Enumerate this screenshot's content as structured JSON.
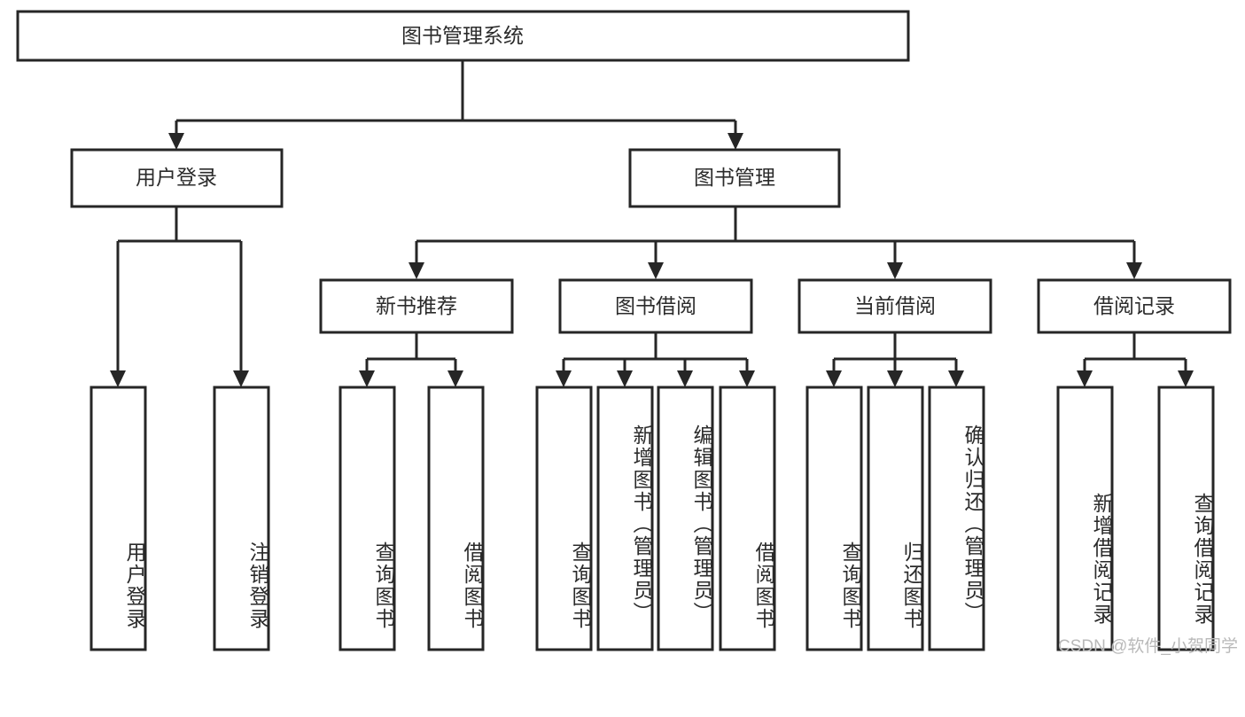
{
  "diagram": {
    "type": "tree-hierarchy",
    "title": "图书管理系统",
    "orientation": "top-down",
    "colors": {
      "stroke": "#262626",
      "fill": "#ffffff",
      "text": "#2b2b2b",
      "watermark": "#b9b9b9",
      "background": "#ffffff"
    },
    "root": {
      "label": "图书管理系统"
    },
    "level2": [
      {
        "label": "用户登录"
      },
      {
        "label": "图书管理"
      }
    ],
    "level3": [
      {
        "label": "新书推荐"
      },
      {
        "label": "图书借阅"
      },
      {
        "label": "当前借阅"
      },
      {
        "label": "借阅记录"
      }
    ],
    "leaves": {
      "user_login": [
        {
          "label": "用户登录"
        },
        {
          "label": "注销登录"
        }
      ],
      "new_book_recommend": [
        {
          "label": "查询图书"
        },
        {
          "label": "借阅图书"
        }
      ],
      "book_borrow": [
        {
          "label": "查询图书"
        },
        {
          "label": "新增图书（管理员）"
        },
        {
          "label": "编辑图书（管理员）"
        },
        {
          "label": "借阅图书"
        }
      ],
      "current_borrow": [
        {
          "label": "查询图书"
        },
        {
          "label": "归还图书"
        },
        {
          "label": "确认归还（管理员）"
        }
      ],
      "borrow_record": [
        {
          "label": "新增借阅记录"
        },
        {
          "label": "查询借阅记录"
        }
      ]
    }
  },
  "watermark": {
    "text": "CSDN @软件_小贺同学"
  }
}
